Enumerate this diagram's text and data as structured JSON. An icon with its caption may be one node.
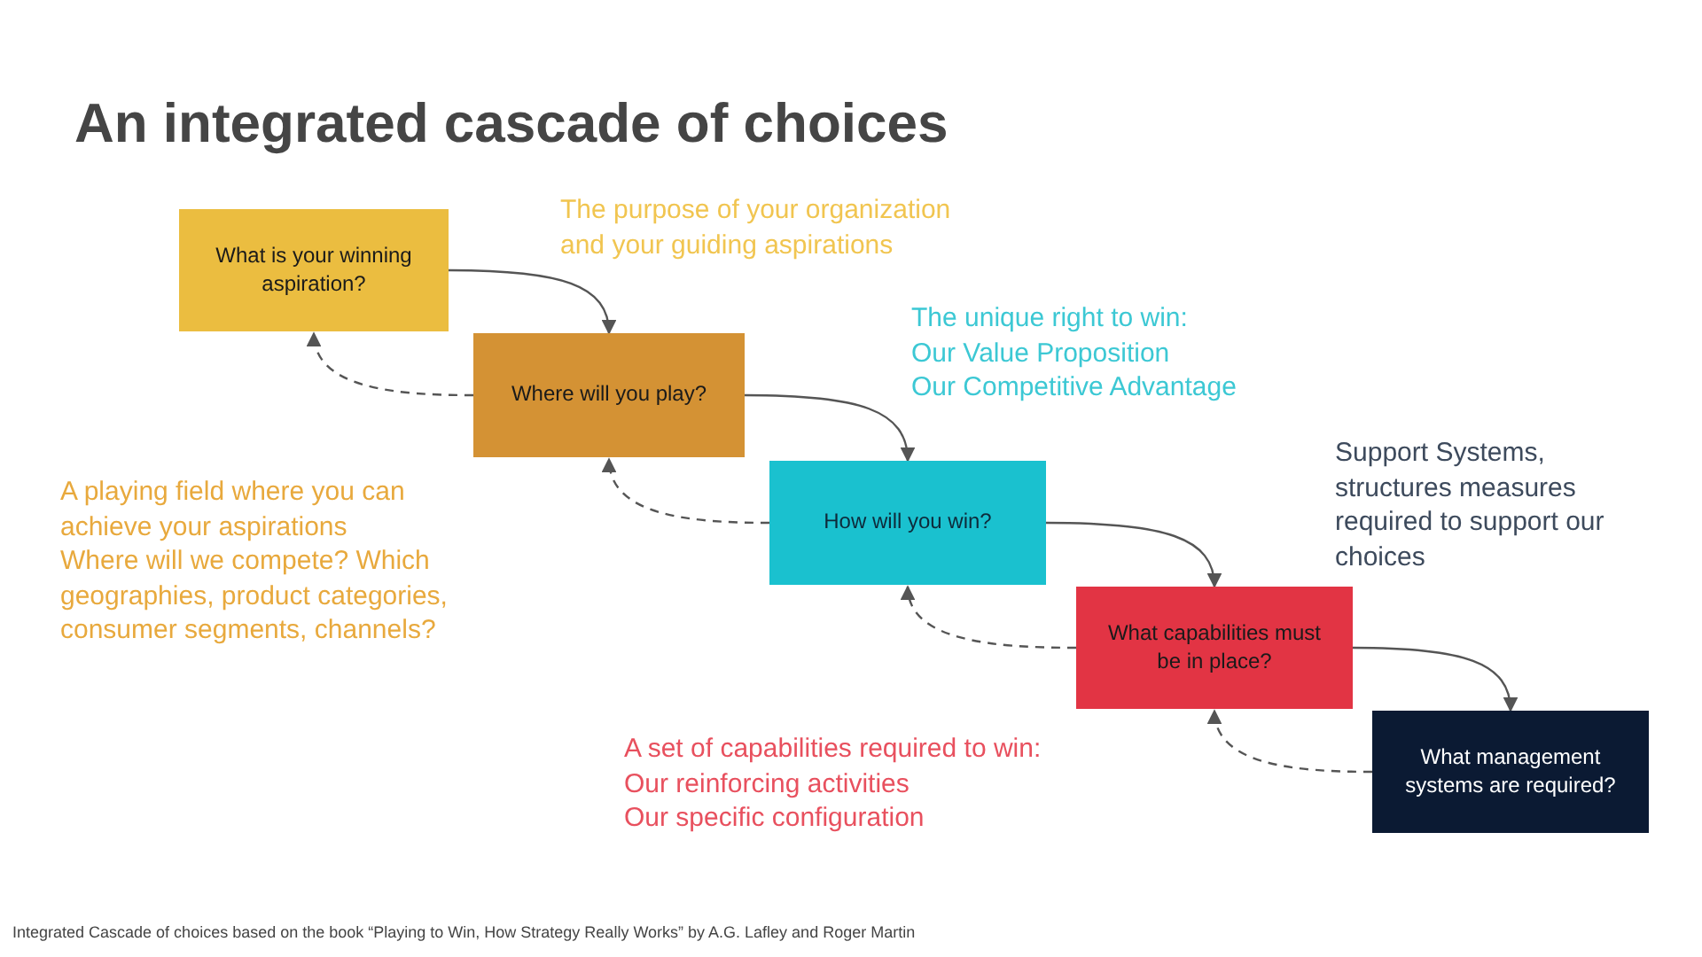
{
  "diagram": {
    "title": "An integrated cascade of choices",
    "caption": "Integrated Cascade of choices  based on the book “Playing to Win, How Strategy Really Works”  by A.G. Lafley and Roger Martin",
    "nodes": [
      {
        "text": [
          "What is your winning aspiration?"
        ]
      },
      {
        "text": [
          "Where will you play?"
        ]
      },
      {
        "text": [
          "How will you win?"
        ]
      },
      {
        "text": [
          "What capabilities must be in place?"
        ]
      },
      {
        "text": [
          "What management systems are required?"
        ]
      }
    ],
    "edges": [
      {
        "from": 0,
        "to": 1,
        "arrow": "to"
      },
      {
        "from": 1,
        "to": 0,
        "arrow": "to",
        "style": "dashed"
      },
      {
        "from": 1,
        "to": 2,
        "arrow": "to"
      },
      {
        "from": 2,
        "to": 1,
        "arrow": "to",
        "style": "dashed"
      },
      {
        "from": 2,
        "to": 3,
        "arrow": "to"
      },
      {
        "from": 3,
        "to": 2,
        "arrow": "to",
        "style": "dashed"
      },
      {
        "from": 3,
        "to": 4,
        "arrow": "to"
      },
      {
        "from": 4,
        "to": 3,
        "arrow": "to",
        "style": "dashed"
      }
    ],
    "labels": [
      "The purpose of your organization and your guiding aspirations",
      "The unique right to win:",
      "Our Value Proposition",
      "Our Competitive Advantage",
      "Support Systems, structures measures required to support our choices",
      "A playing field where you can achieve your aspirations",
      "Where will we compete? Which geographies, product categories, consumer segments, channels?",
      "A set of capabilities required to win:",
      "Our reinforcing activities",
      "Our specific configuration"
    ]
  }
}
